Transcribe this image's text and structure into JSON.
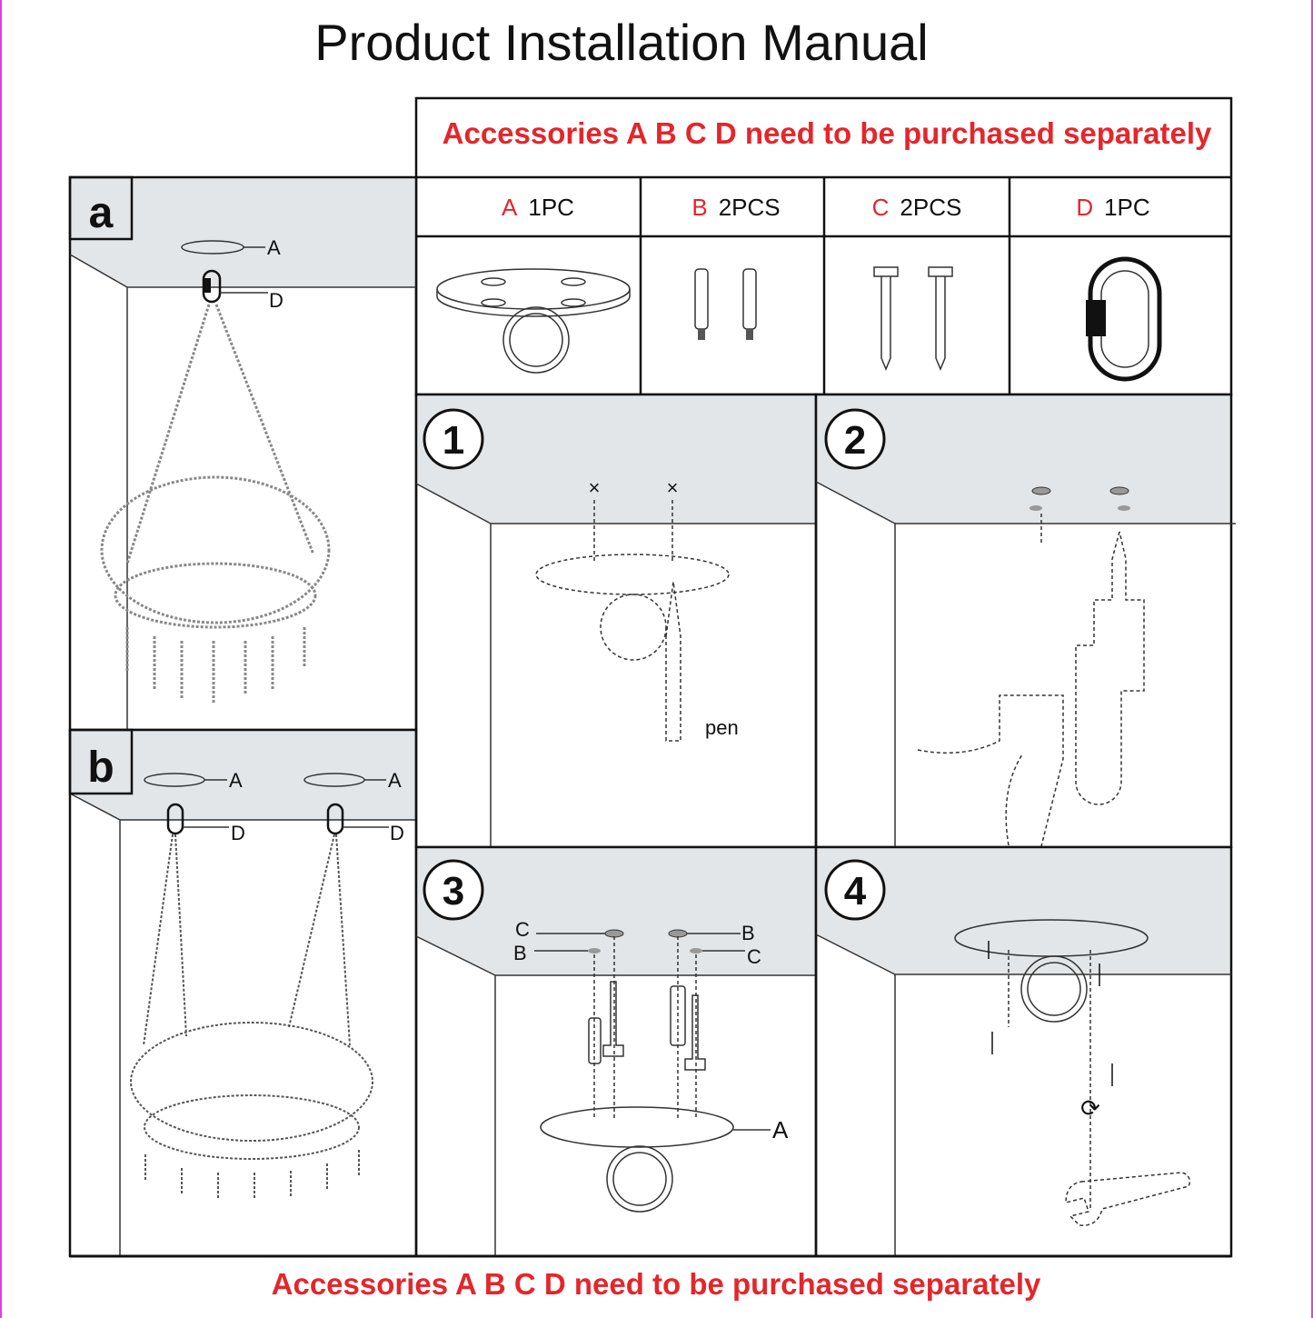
{
  "title": "Product Installation Manual",
  "notice_top": "Accessories A B C D need to be purchased separately",
  "notice_bottom": "Accessories A B C D need to be purchased separately",
  "accessories": [
    {
      "letter": "A",
      "qty": "1PC"
    },
    {
      "letter": "B",
      "qty": "2PCS"
    },
    {
      "letter": "C",
      "qty": "2PCS"
    },
    {
      "letter": "D",
      "qty": "1PC"
    }
  ],
  "panels": {
    "a": {
      "label": "a",
      "callouts": [
        "A",
        "D"
      ]
    },
    "b": {
      "label": "b",
      "callouts": [
        "A",
        "D",
        "A",
        "D"
      ]
    }
  },
  "steps": [
    {
      "number": "1",
      "text": "pen"
    },
    {
      "number": "2"
    },
    {
      "number": "3",
      "callouts": [
        "C",
        "B",
        "B",
        "C",
        "A"
      ]
    },
    {
      "number": "4"
    }
  ],
  "colors": {
    "accent": "#e4262b",
    "ceiling": "#e2e6e9"
  }
}
